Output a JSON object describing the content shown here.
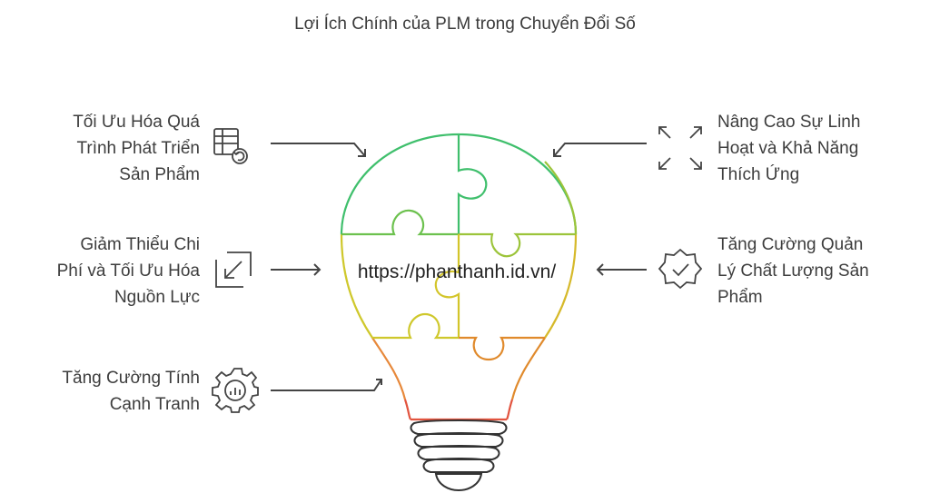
{
  "title": "Lợi Ích Chính của PLM trong Chuyển Đổi Số",
  "watermark_url": "https://phanthanh.id.vn/",
  "benefits_left": [
    {
      "text": "Tối Ưu Hóa Quá Trình Phát Triển Sản Phẩm",
      "lines": [
        "Tối Ưu Hóa Quá",
        "Trình Phát Triển",
        "Sản Phẩm"
      ],
      "icon": "table-refresh-icon"
    },
    {
      "text": "Giảm Thiểu Chi Phí và Tối Ưu Hóa Nguồn Lực",
      "lines": [
        "Giảm Thiểu Chi",
        "Phí và Tối Ưu Hóa",
        "Nguồn Lực"
      ],
      "icon": "minimize-arrow-icon"
    },
    {
      "text": "Tăng Cường Tính Cạnh Tranh",
      "lines": [
        "Tăng Cường Tính",
        "Cạnh Tranh"
      ],
      "icon": "gear-chart-icon"
    }
  ],
  "benefits_right": [
    {
      "text": "Nâng Cao Sự Linh Hoạt và Khả Năng Thích Ứng",
      "lines": [
        "Nâng Cao Sự Linh",
        "Hoạt và Khả Năng",
        "Thích Ứng"
      ],
      "icon": "expand-arrows-icon"
    },
    {
      "text": "Tăng Cường Quản Lý Chất Lượng Sản Phẩm",
      "lines": [
        "Tăng Cường Quản",
        "Lý Chất Lượng Sản",
        "Phẩm"
      ],
      "icon": "badge-check-icon"
    }
  ],
  "colors": {
    "green": "#3fbf6c",
    "lime": "#8fc33a",
    "yellow": "#d6c52a",
    "orange": "#e08a2c",
    "red": "#e2543f",
    "line": "#444444"
  }
}
